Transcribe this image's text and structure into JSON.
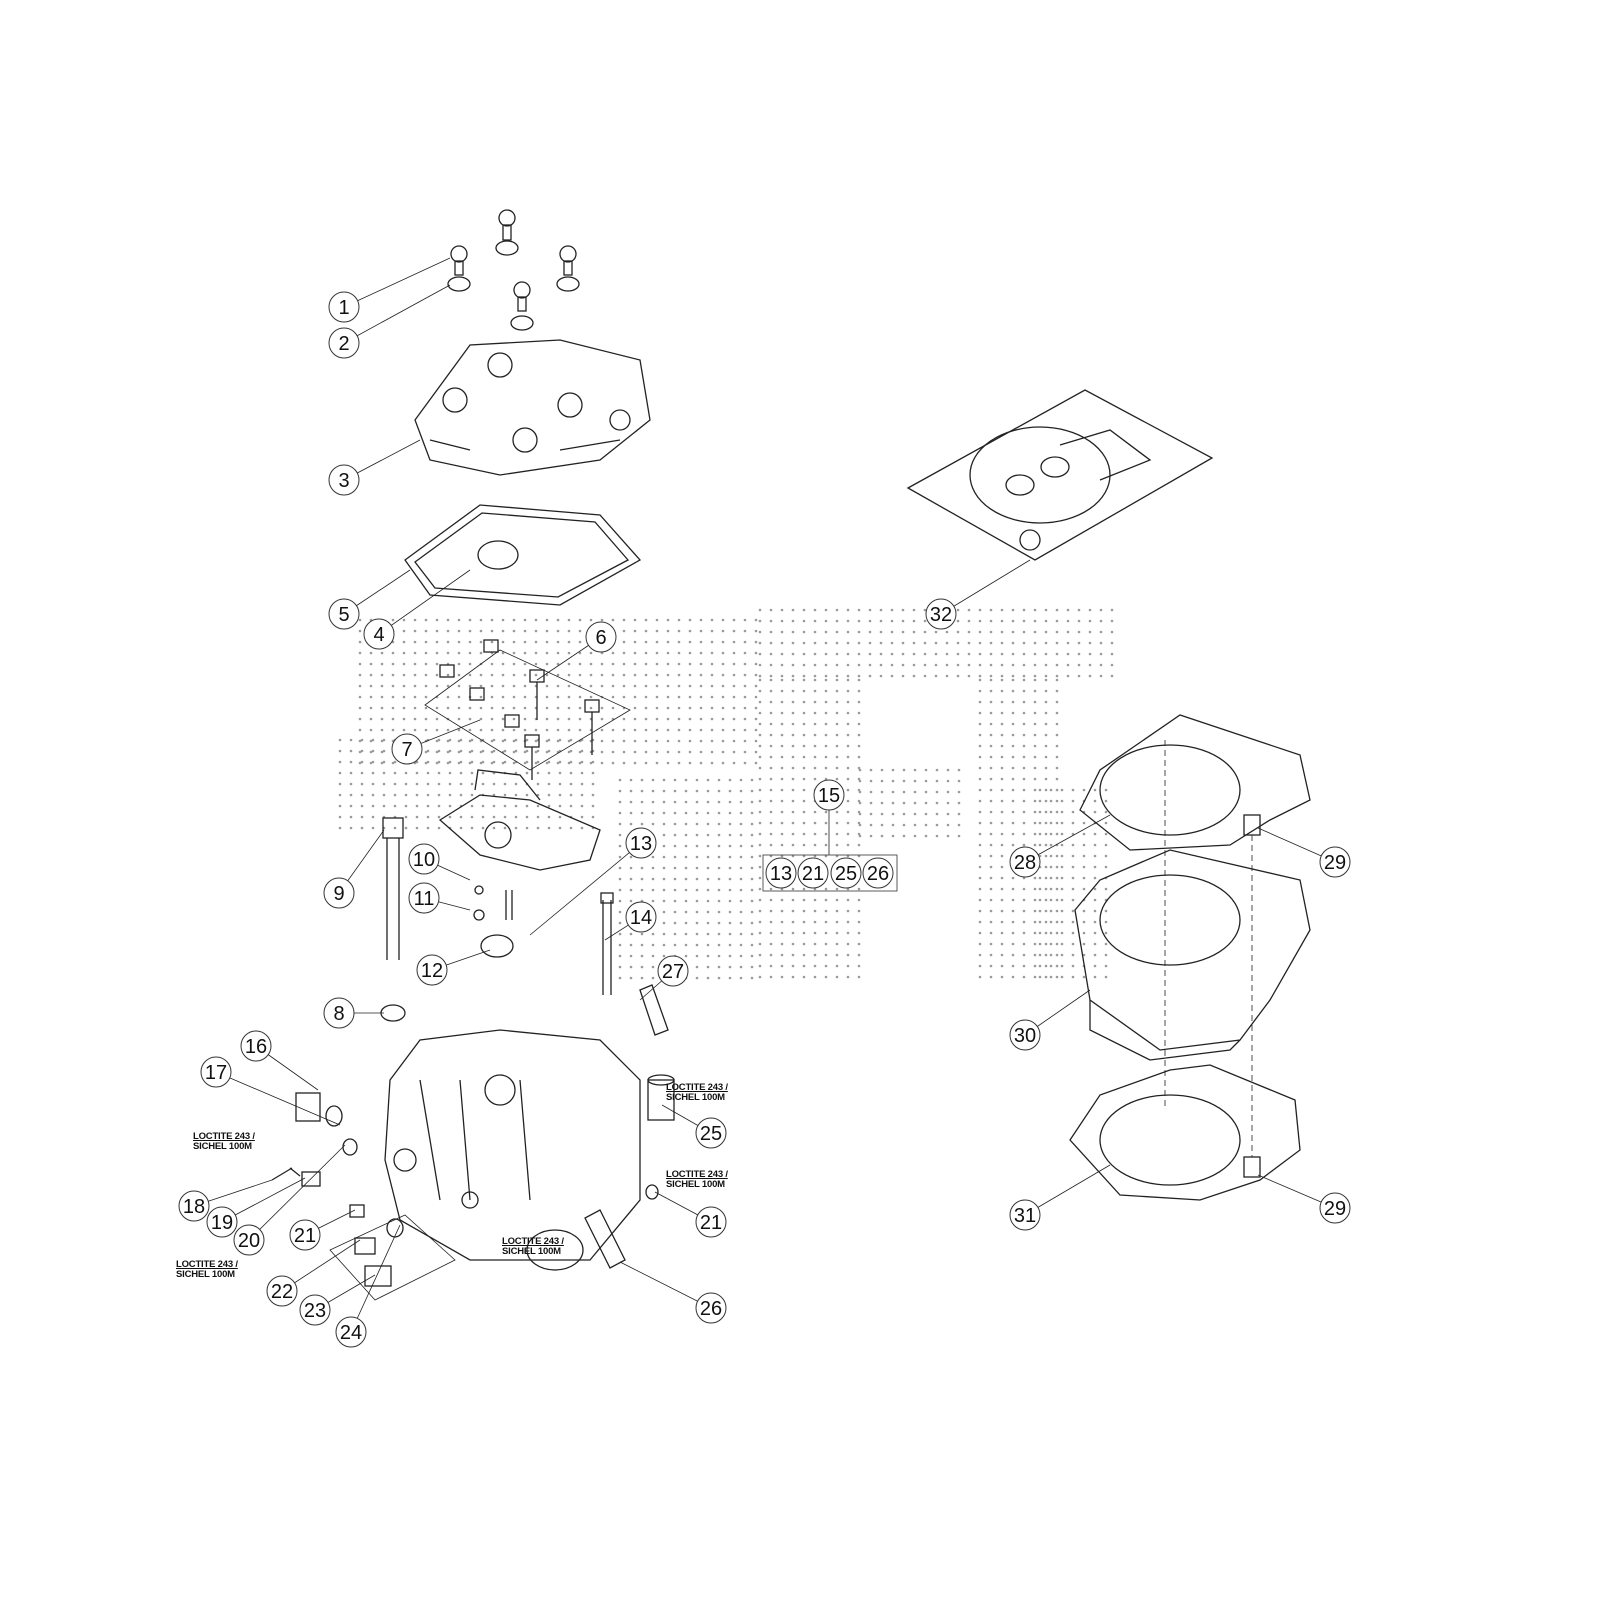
{
  "diagram": {
    "callouts": [
      "1",
      "2",
      "3",
      "5",
      "4",
      "6",
      "7",
      "9",
      "10",
      "11",
      "12",
      "8",
      "13",
      "14",
      "27",
      "15",
      "13",
      "21",
      "25",
      "26",
      "16",
      "17",
      "18",
      "19",
      "20",
      "21",
      "22",
      "23",
      "24",
      "25",
      "21",
      "26",
      "28",
      "29",
      "30",
      "31",
      "29",
      "32"
    ],
    "notes": [
      {
        "line1": "LOCTITE 243 /",
        "line2": "SICHEL 100M"
      },
      {
        "line1": "LOCTITE 243 /",
        "line2": "SICHEL 100M"
      },
      {
        "line1": "LOCTITE 243 /",
        "line2": "SICHEL 100M"
      },
      {
        "line1": "LOCTITE 243 /",
        "line2": "SICHEL 100M"
      },
      {
        "line1": "LOCTITE 243 /",
        "line2": "SICHEL 100M"
      }
    ],
    "colors": {
      "line": "#222222",
      "watermark": "#9a9a9a"
    }
  }
}
